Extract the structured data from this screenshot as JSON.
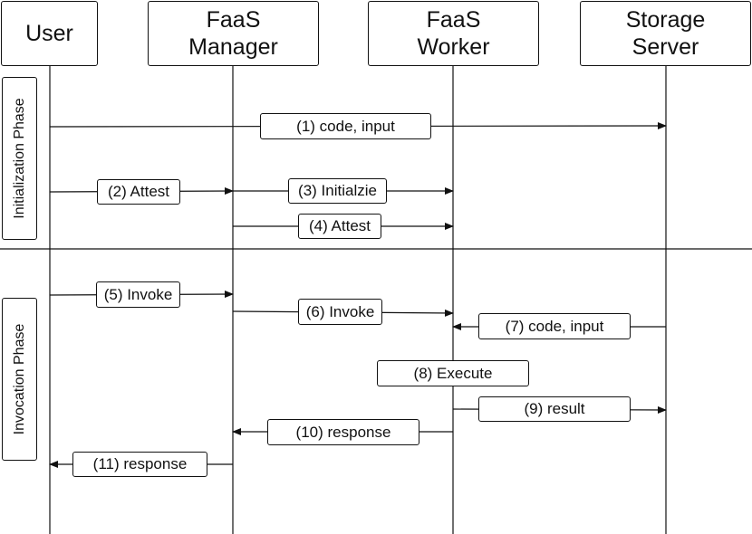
{
  "participants": {
    "user": "User",
    "manager": "FaaS\nManager",
    "worker": "FaaS\nWorker",
    "storage": "Storage\nServer"
  },
  "phases": {
    "initialization": "Initialization Phase",
    "invocation": "Invocation Phase"
  },
  "messages": {
    "m1": "(1) code, input",
    "m2": "(2) Attest",
    "m3": "(3) Initialzie",
    "m4": "(4) Attest",
    "m5": "(5) Invoke",
    "m6": "(6) Invoke",
    "m7": "(7) code, input",
    "m8": "(8) Execute",
    "m9": "(9) result",
    "m10": "(10) response",
    "m11": "(11) response"
  }
}
